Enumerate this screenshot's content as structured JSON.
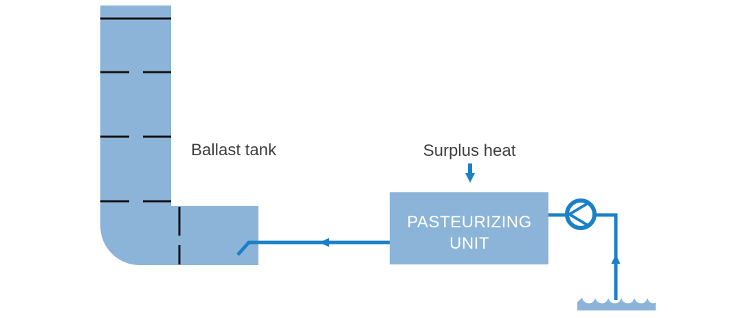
{
  "colors": {
    "background": "#FFFFFF",
    "tank_fill": "#8CB4D8",
    "pipe_blue": "#1B80C6",
    "seam_black": "#111111",
    "label_gray": "#3E3E3E",
    "box_text_white": "#FFFFFF"
  },
  "ballast_tank": {
    "label": "Ballast tank"
  },
  "heat_input": {
    "label": "Surplus heat"
  },
  "pasteurizer": {
    "name_line1": "PASTEURIZING",
    "name_line2": "UNIT"
  }
}
